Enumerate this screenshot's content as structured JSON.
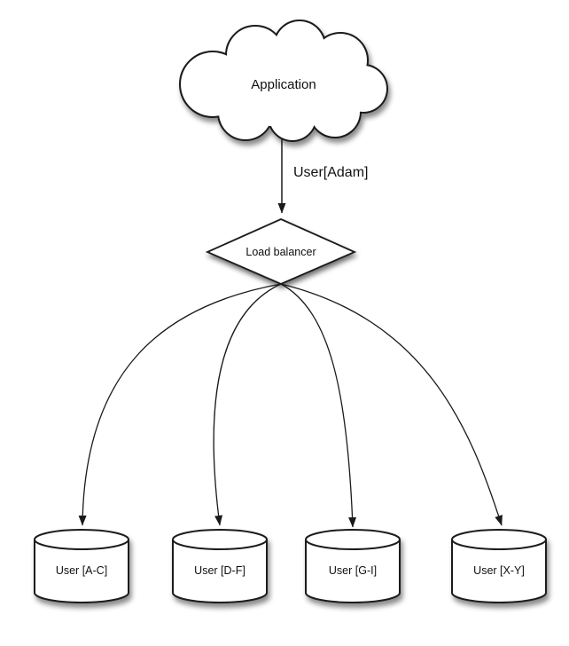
{
  "diagram": {
    "background_color": "#ffffff",
    "line_color": "#1a1a1a",
    "fill_color": "#ffffff",
    "nodes": {
      "application": {
        "shape": "cloud",
        "label": "Application"
      },
      "load_balancer": {
        "shape": "diamond",
        "label": "Load balancer"
      },
      "shards": [
        {
          "shape": "database-cylinder",
          "label": "User [A-C]"
        },
        {
          "shape": "database-cylinder",
          "label": "User [D-F]"
        },
        {
          "shape": "database-cylinder",
          "label": "User [G-I]"
        },
        {
          "shape": "database-cylinder",
          "label": "User [X-Y]"
        }
      ]
    },
    "edges": {
      "request_label": "User[Adam]"
    }
  }
}
